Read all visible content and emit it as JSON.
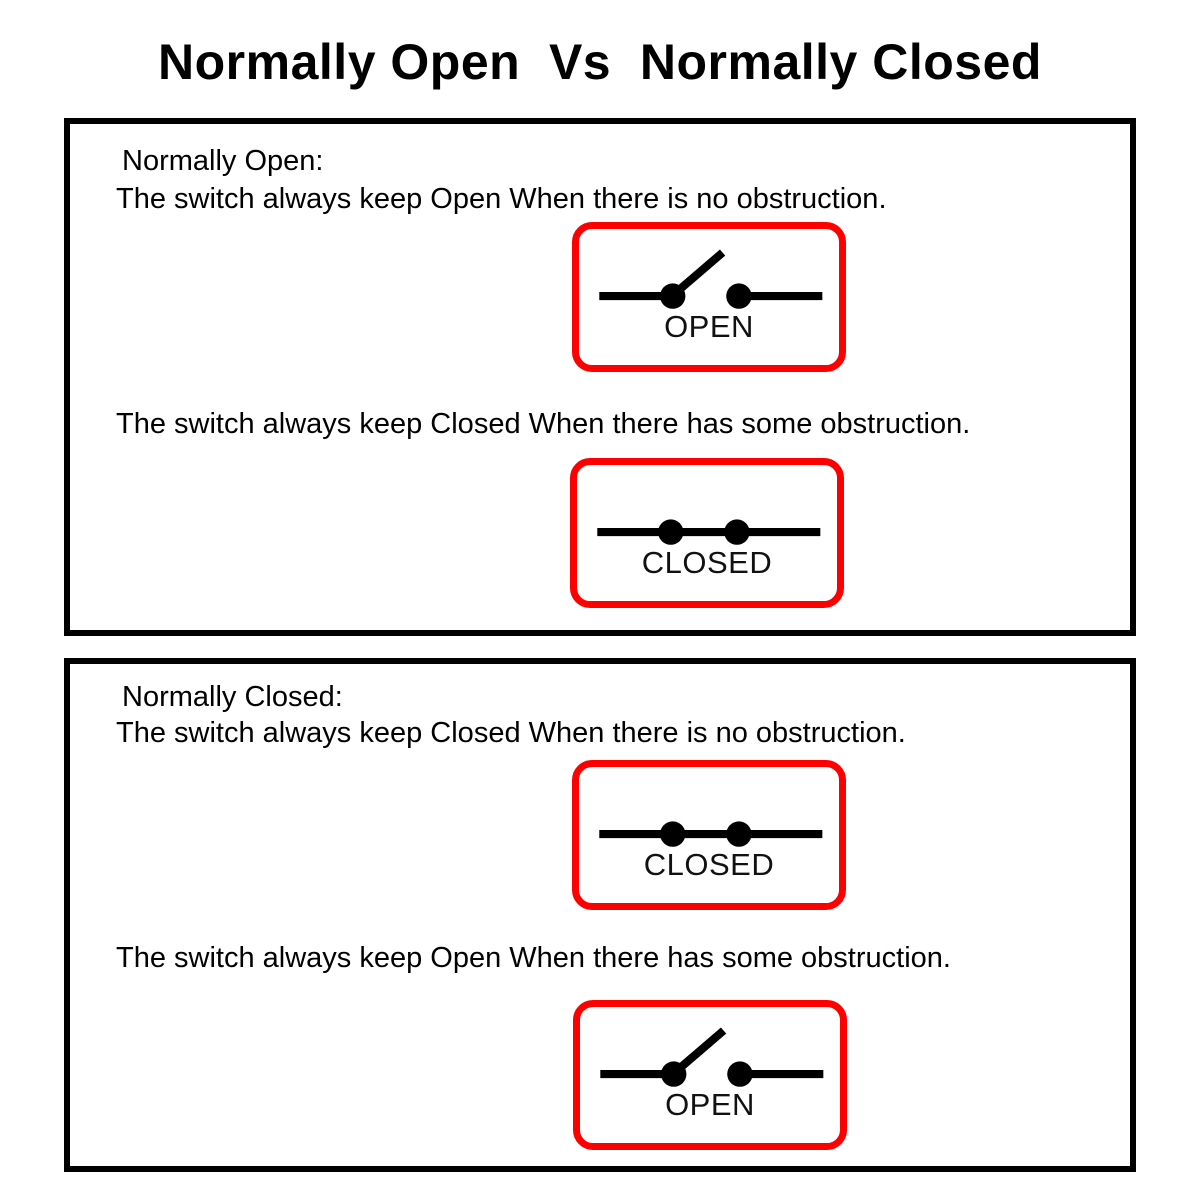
{
  "title": "Normally Open  Vs  Normally Closed",
  "colors": {
    "symbol_border": "#FF0000",
    "panel_border": "#000000",
    "ink": "#000000",
    "background": "#FFFFFF"
  },
  "panels": [
    {
      "id": "normally-open",
      "heading": "Normally Open:",
      "line_no_obstruction": "The switch always keep Open When there is no obstruction.",
      "line_with_obstruction": "The switch always keep Closed When there has some obstruction.",
      "symbol_top": {
        "label": "OPEN",
        "state": "open",
        "icon": "switch-open-icon"
      },
      "symbol_bottom": {
        "label": "CLOSED",
        "state": "closed",
        "icon": "switch-closed-icon"
      }
    },
    {
      "id": "normally-closed",
      "heading": "Normally Closed:",
      "line_no_obstruction": "The switch always keep Closed When there is no obstruction.",
      "line_with_obstruction": "The switch always keep Open When there has some obstruction.",
      "symbol_top": {
        "label": "CLOSED",
        "state": "closed",
        "icon": "switch-closed-icon"
      },
      "symbol_bottom": {
        "label": "OPEN",
        "state": "open",
        "icon": "switch-open-icon"
      }
    }
  ]
}
